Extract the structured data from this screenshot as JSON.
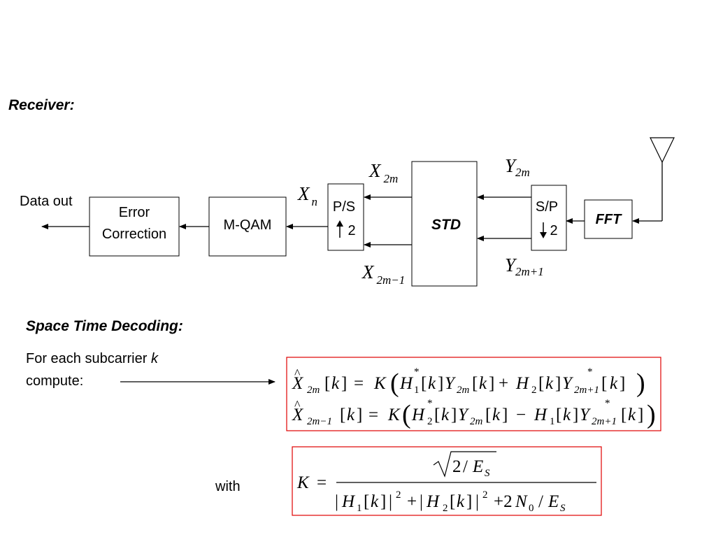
{
  "diagram": {
    "heading": "Receiver:",
    "blocks": {
      "error_correction": [
        "Error",
        "Correction"
      ],
      "mqam": "M-QAM",
      "ps": {
        "label": "P/S",
        "arrow": "↑",
        "factor": "2"
      },
      "std": "STD",
      "sp": {
        "label": "S/P",
        "arrow": "↓",
        "factor": "2"
      },
      "fft": "FFT"
    },
    "data_out": "Data out",
    "signals": {
      "xn": {
        "base": "X",
        "sub": "n"
      },
      "x2m": {
        "base": "X",
        "sub": "2m"
      },
      "x2m1": {
        "base": "X",
        "sub": "2m−1"
      },
      "y2m": {
        "base": "Y",
        "sub": "2m"
      },
      "y2m1": {
        "base": "Y",
        "sub": "2m+1"
      }
    }
  },
  "decoding": {
    "heading": "Space Time Decoding:",
    "text_line1": "For each subcarrier ",
    "text_var": "k",
    "text_line2": "compute:",
    "with_label": "with",
    "box_color": "#e00000"
  }
}
